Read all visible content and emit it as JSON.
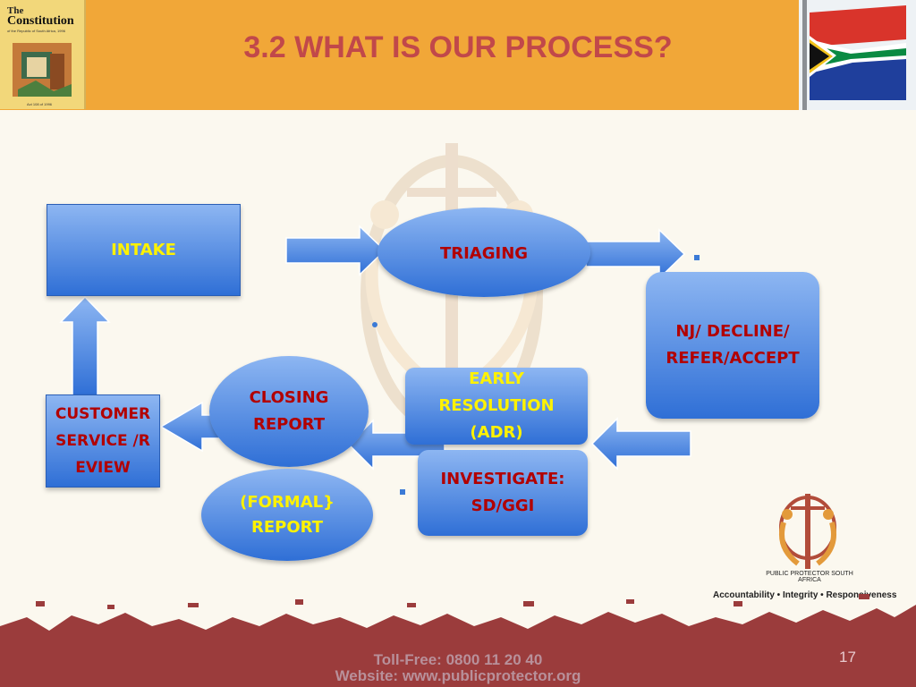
{
  "header": {
    "title": "3.2 WHAT IS OUR PROCESS?",
    "constitution_book": {
      "line1": "The",
      "line2": "Constitution",
      "line3": "of the Republic of South Africa, 1996",
      "line4": "Act 108 of 1996"
    }
  },
  "nodes": {
    "intake": "INTAKE",
    "triaging": "TRIAGING",
    "nj_decline": "NJ/ DECLINE/ REFER/ACCEPT",
    "early_resolution": "EARLY RESOLUTION (ADR)",
    "investigate": "INVESTIGATE: SD/GGI",
    "closing_report": "CLOSING REPORT",
    "formal_report": "(FORMAL} REPORT",
    "customer_service": "CUSTOMER SERVICE /REVIEW"
  },
  "logo": {
    "caption": "PUBLIC PROTECTOR SOUTH AFRICA",
    "tagline": "Accountability • Integrity • Responsiveness"
  },
  "footer": {
    "toll_free": "Toll-Free: 0800 11 20 40",
    "website": "Website: www.publicprotector.org",
    "page_number": "17"
  },
  "colors": {
    "header_bg": "#f1a738",
    "title": "#c1484a",
    "box_top": "#8db6f2",
    "box_bottom": "#2f6fd6",
    "footer_red": "#9b3c3c"
  }
}
